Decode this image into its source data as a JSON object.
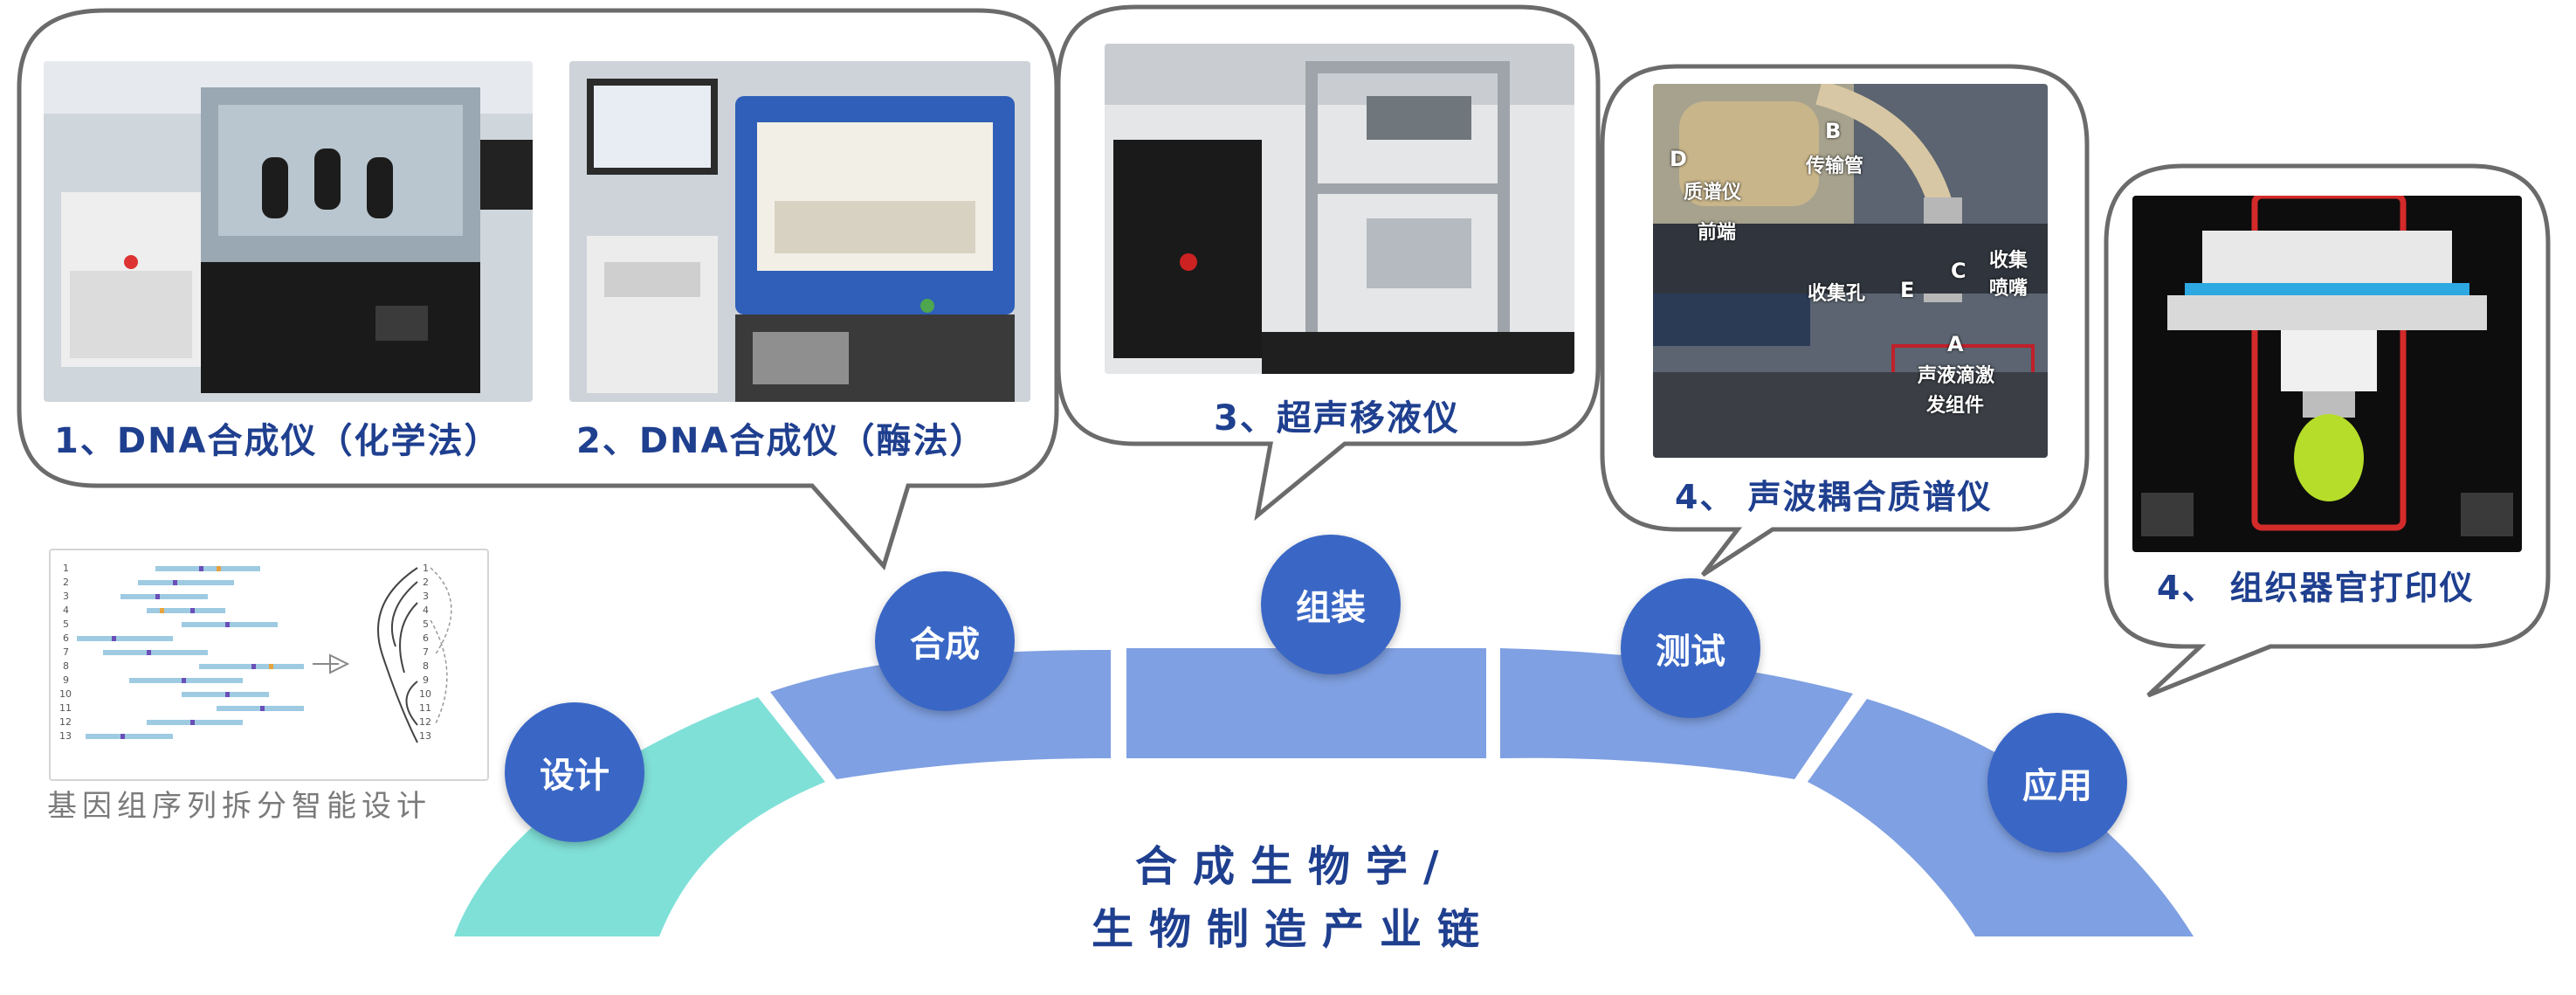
{
  "instruments": [
    {
      "caption": "1、DNA合成仪（化学法）"
    },
    {
      "caption": "2、DNA合成仪（酶法）"
    },
    {
      "caption": "3、超声移液仪"
    },
    {
      "caption": "4、 声波耦合质谱仪"
    },
    {
      "caption": "4、 组织器官打印仪"
    }
  ],
  "mass_spec_labels": {
    "d": "D",
    "d1": "质谱仪",
    "d2": "前端",
    "b": "B",
    "b1": "传输管",
    "c": "C",
    "c1": "收集",
    "c2": "喷嘴",
    "e": "E",
    "e1": "收集孔",
    "a": "A",
    "a1": "声液滴激",
    "a2": "发组件"
  },
  "stages": [
    "设计",
    "合成",
    "组装",
    "测试",
    "应用"
  ],
  "design_caption": "基因组序列拆分智能设计",
  "center_title": {
    "line1": "合成生物学/",
    "line2": "生物制造产业链"
  },
  "colors": {
    "stage_circle": "#3a67c6",
    "arc_first": "#7fe0d8",
    "arc_rest": "#7fa0e2",
    "caption": "#1f3f8f"
  }
}
